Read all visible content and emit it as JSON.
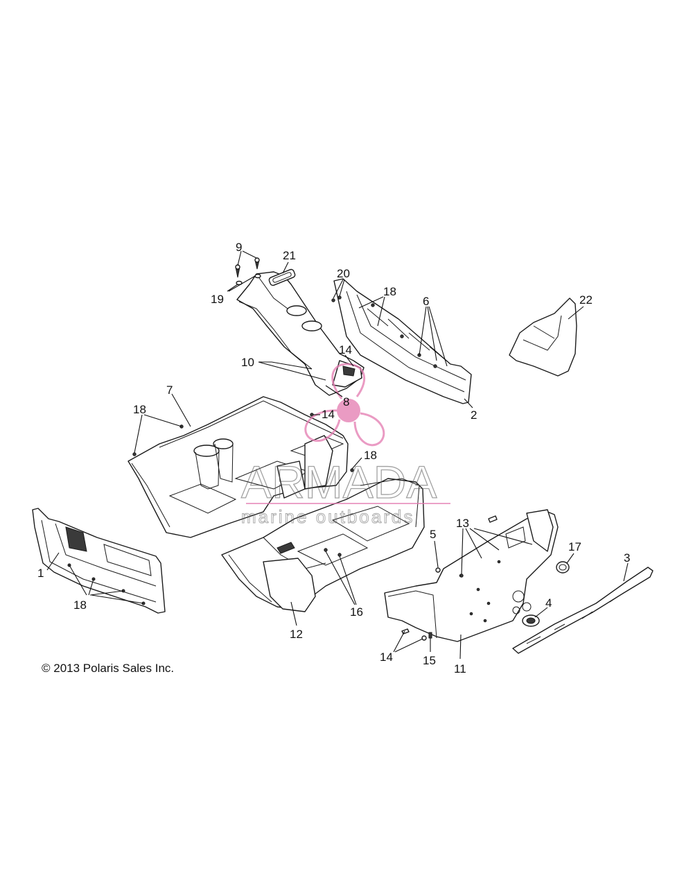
{
  "copyright": "© 2013 Polaris Sales Inc.",
  "watermark": {
    "brand": "ARMADA",
    "tagline": "marine outboards",
    "logo_color": "#e37ab0",
    "logo_icon": "propeller-logo-icon"
  },
  "callouts": {
    "c1": "1",
    "c2": "2",
    "c3": "3",
    "c4": "4",
    "c5": "5",
    "c6": "6",
    "c7": "7",
    "c8": "8",
    "c9": "9",
    "c10": "10",
    "c11": "11",
    "c12": "12",
    "c13": "13",
    "c14a": "14",
    "c14b": "14",
    "c14c": "14",
    "c15": "15",
    "c16": "16",
    "c17": "17",
    "c18a": "18",
    "c18b": "18",
    "c18c": "18",
    "c18d": "18",
    "c19": "19",
    "c20": "20",
    "c21": "21",
    "c22": "22"
  }
}
